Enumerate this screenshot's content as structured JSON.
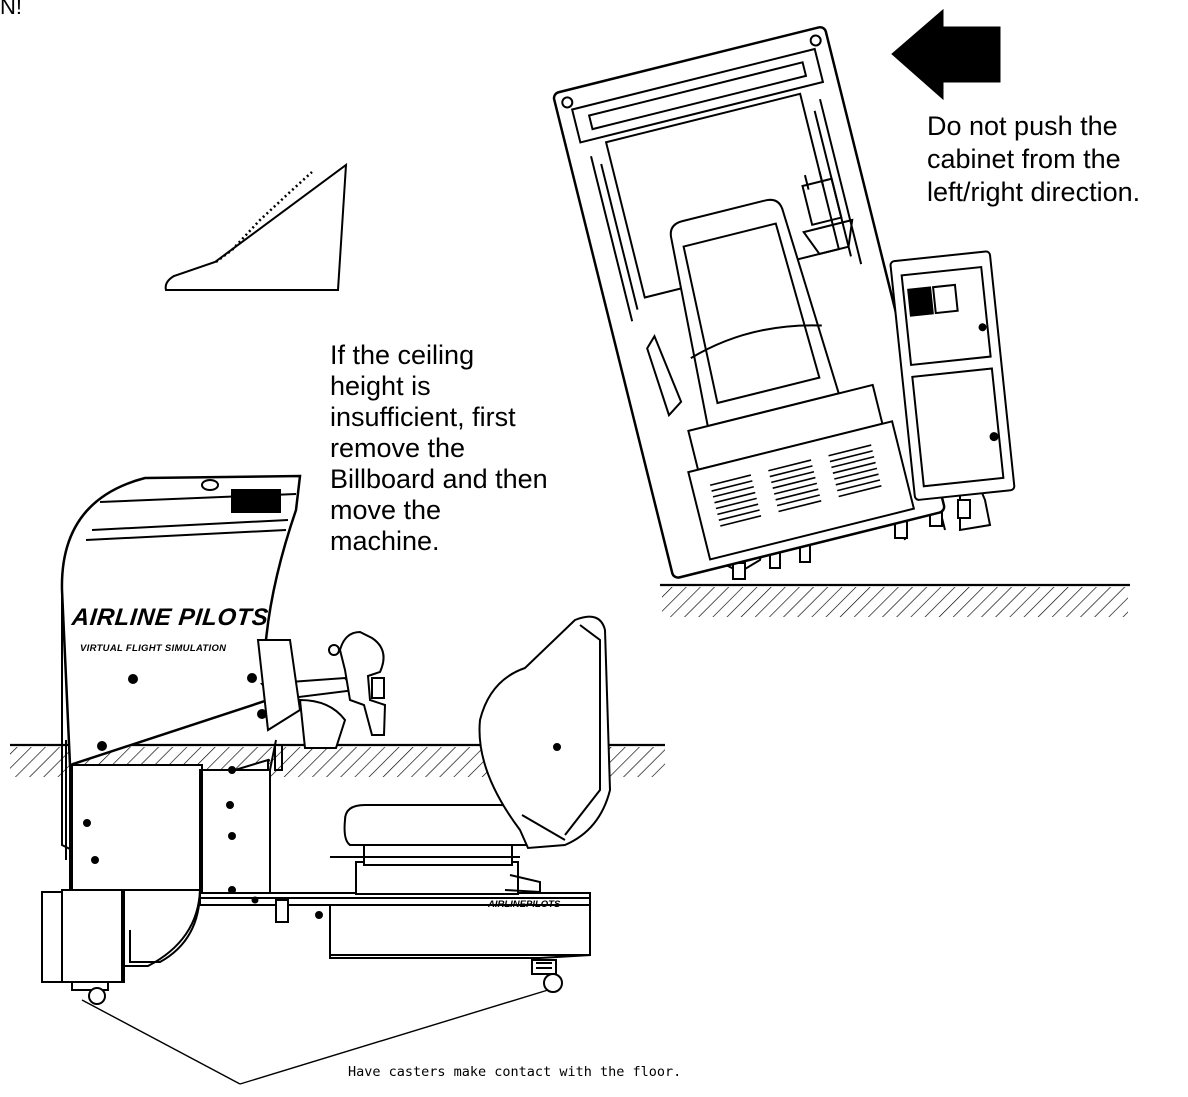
{
  "corner_text": "N!",
  "warning_push": {
    "lines": [
      "Do not push the",
      "cabinet from the",
      "left/right direction."
    ]
  },
  "warning_ceiling": {
    "lines": [
      "If the ceiling",
      "height is",
      "insufficient, first",
      "remove the",
      "Billboard and then",
      "move the",
      "machine."
    ]
  },
  "caster_note": "Have casters make contact with the floor.",
  "cabinet_labels": {
    "title": "AIRLINE PILOTS",
    "subtitle": "VIRTUAL FLIGHT SIMULATION",
    "base": "AIRLINEPILOTS"
  },
  "colors": {
    "ink": "#000000",
    "paper": "#ffffff"
  }
}
